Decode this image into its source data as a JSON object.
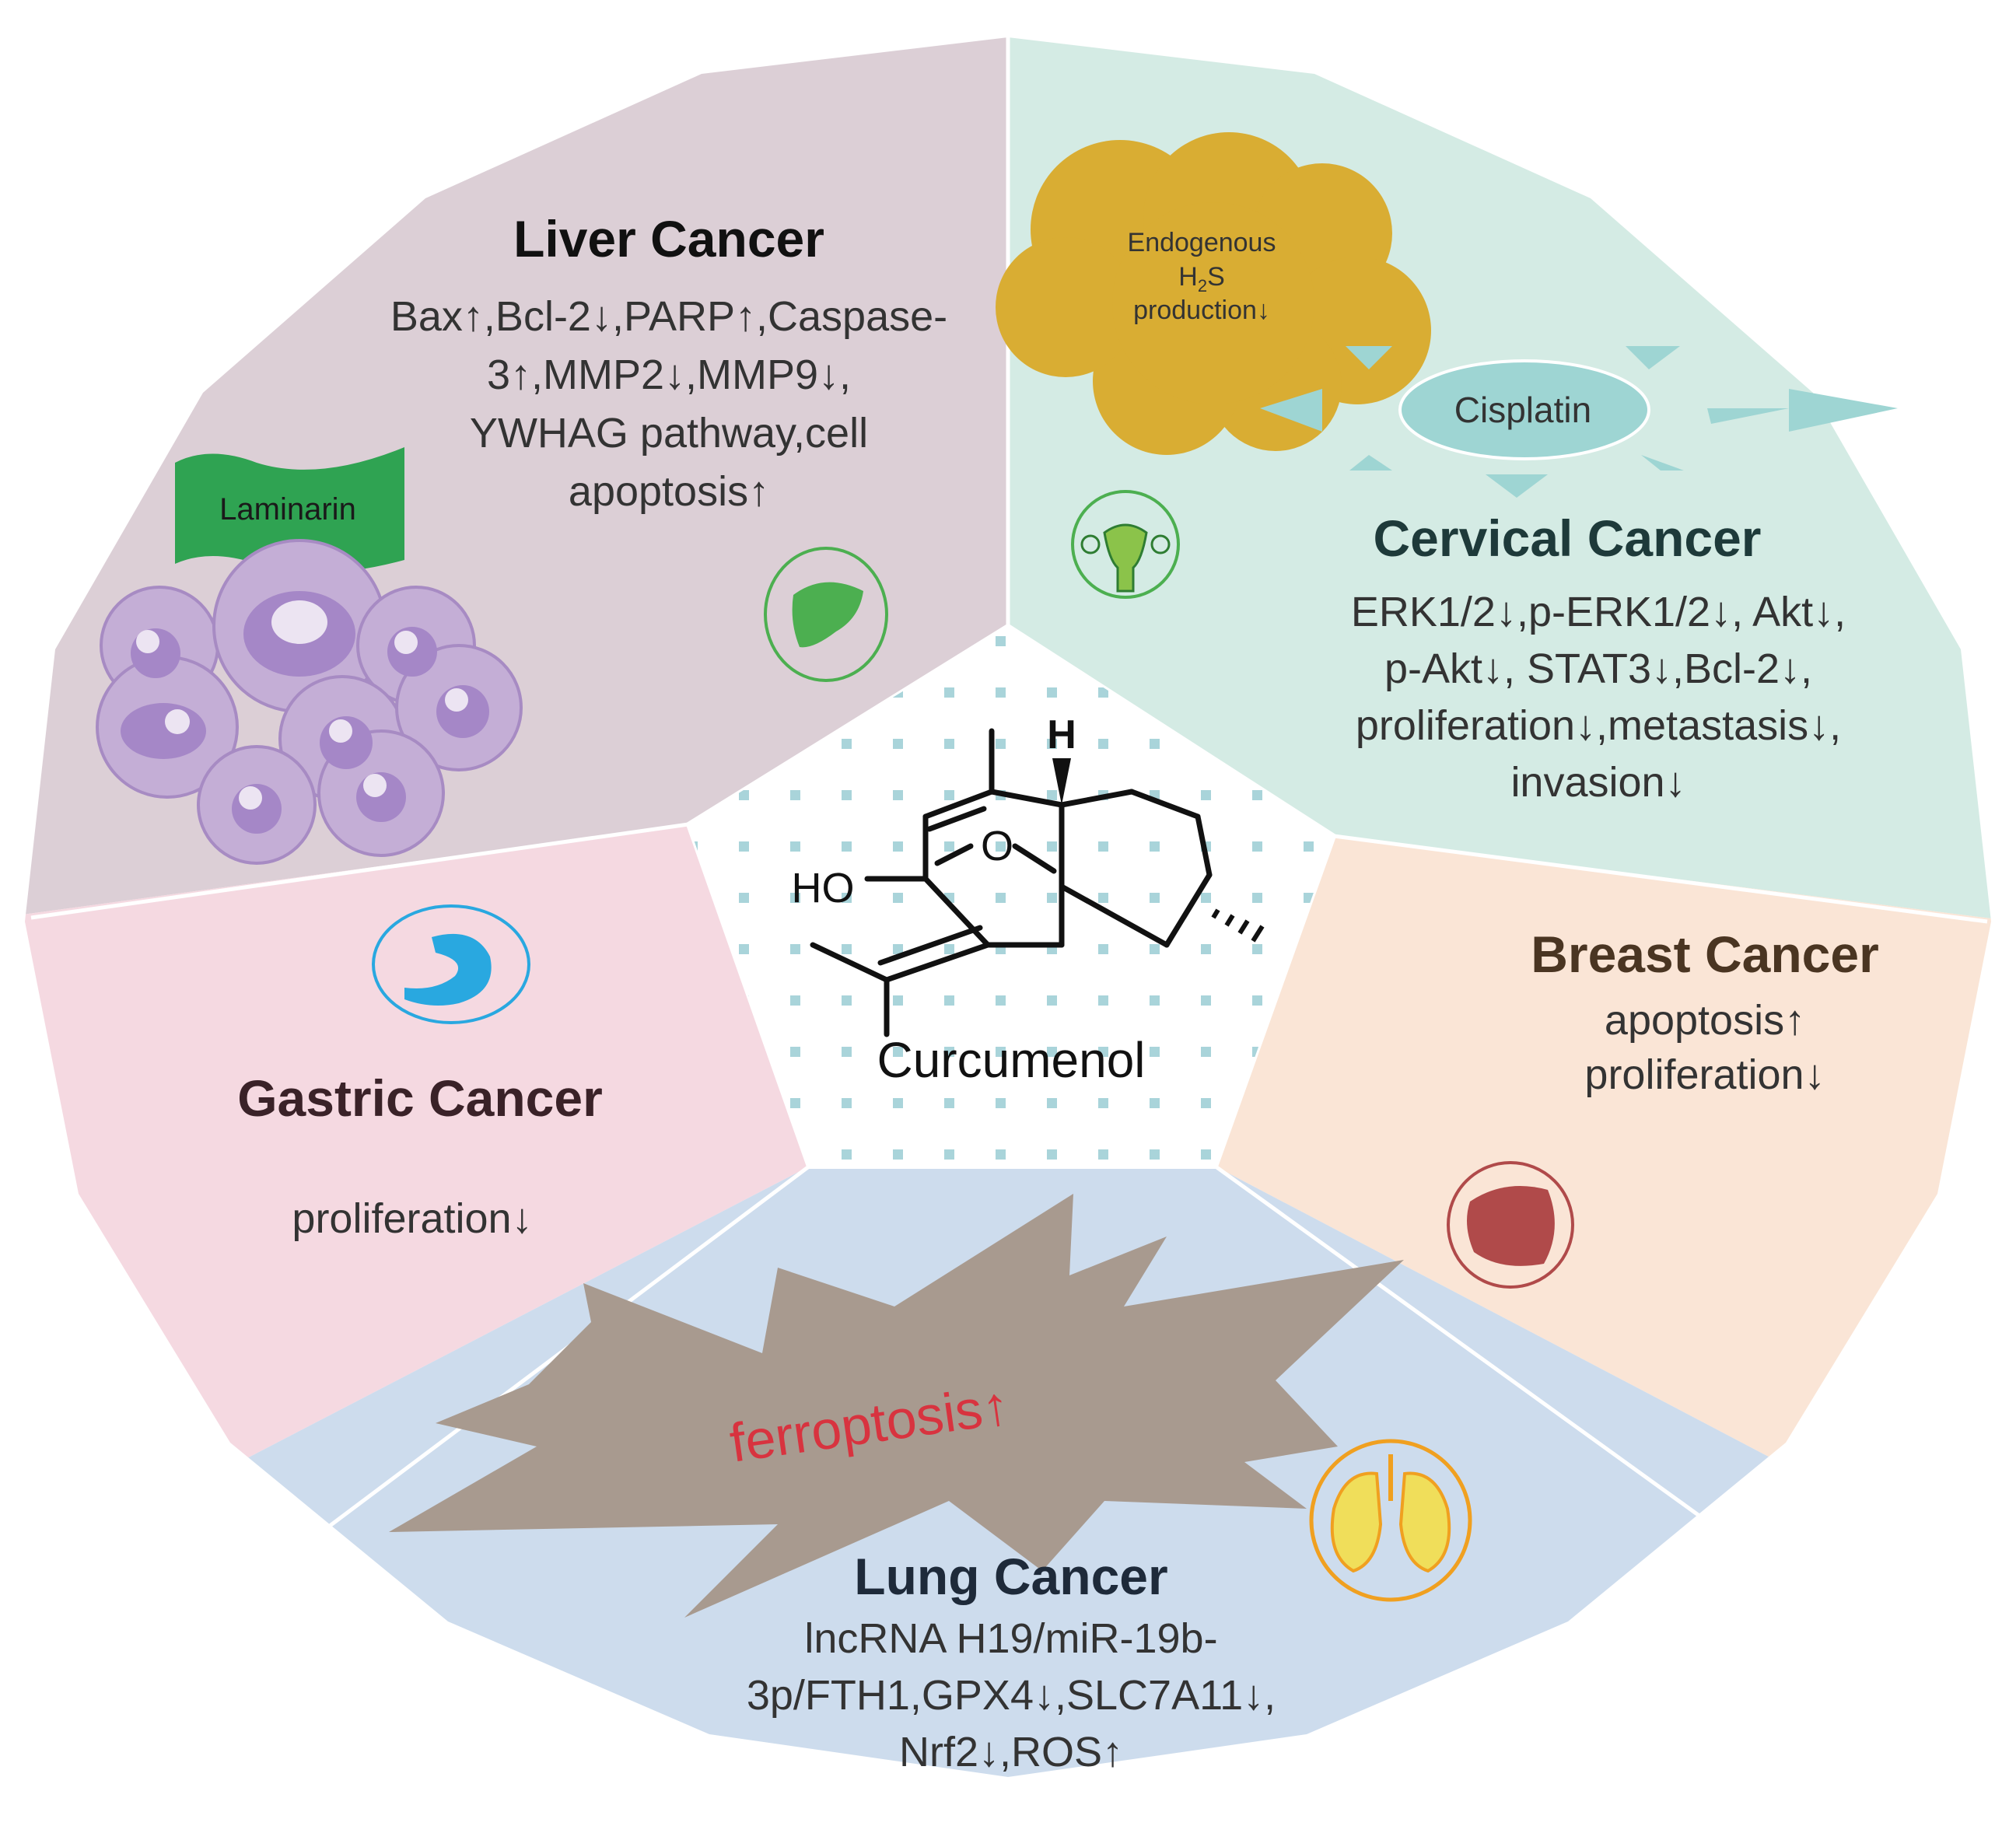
{
  "center": {
    "compound_name": "Curcumenol",
    "atom_h": "H",
    "atom_o": "O",
    "atom_ho": "HO"
  },
  "liver": {
    "title": "Liver Cancer",
    "lines": [
      "Bax↑,Bcl-2↓,PARP↑,Caspase-",
      "3↑,MMP2↓,MMP9↓,",
      "YWHAG pathway,cell",
      "apoptosis↑"
    ],
    "banner_label": "Laminarin",
    "icon": "liver-icon"
  },
  "cervical": {
    "title": "Cervical Cancer",
    "lines": [
      "ERK1/2↓,p-ERK1/2↓, Akt↓,",
      "p-Akt↓, STAT3↓,Bcl-2↓,",
      "proliferation↓,metastasis↓,",
      "invasion↓"
    ],
    "cloud_lines": [
      "Endogenous",
      "H2S",
      "production↓"
    ],
    "cloud_h": "H",
    "cloud_sub": "2",
    "cloud_s": "S",
    "badge_label": "Cisplatin",
    "icon": "uterus-icon"
  },
  "breast": {
    "title": "Breast Cancer",
    "lines": [
      "apoptosis↑",
      "proliferation↓"
    ],
    "icon": "breast-icon"
  },
  "gastric": {
    "title": "Gastric Cancer",
    "lines": [
      "proliferation↓"
    ],
    "icon": "stomach-icon"
  },
  "lung": {
    "title": "Lung Cancer",
    "lines": [
      "lncRNA H19/miR-19b-",
      "3p/FTH1,GPX4↓,SLC7A11↓,",
      "Nrf2↓,ROS↑"
    ],
    "burst_label": "ferroptosis↑",
    "icon": "lungs-icon"
  },
  "colors": {
    "liver_bg": "#dccfd6",
    "cervical_bg": "#d4ebe4",
    "breast_bg": "#fae5d6",
    "gastric_bg": "#f5d9e1",
    "lung_bg": "#cddced",
    "center_bg": "#ffffff",
    "dot_color": "#a9d4da",
    "cloud": "#d9ad33",
    "banner": "#2fa352",
    "burst": "#a89a8f",
    "ferroptosis_text": "#d8333f",
    "cisplatin": "#9ed5d3",
    "icon_green": "#4caf50",
    "icon_blue": "#29a8e0",
    "icon_red": "#b04a4a",
    "icon_orange": "#f0a020"
  }
}
